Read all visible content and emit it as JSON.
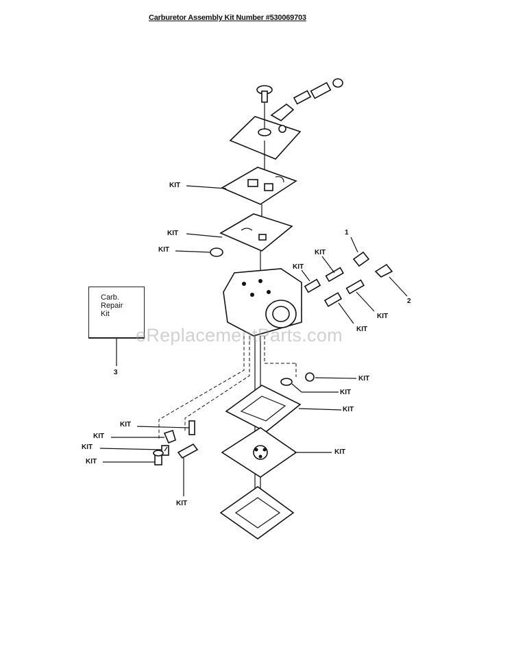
{
  "title": "Carburetor Assembly Kit Number #530069703",
  "watermark": "eReplacementParts.com",
  "kit_box": {
    "line1": "Carb.",
    "line2": "Repair",
    "line3": "Kit"
  },
  "callouts": [
    {
      "id": "kit-1",
      "text": "KIT"
    },
    {
      "id": "kit-2",
      "text": "KIT"
    },
    {
      "id": "kit-3",
      "text": "KIT"
    },
    {
      "id": "num-1",
      "text": "1"
    },
    {
      "id": "kit-4",
      "text": "KIT"
    },
    {
      "id": "kit-5",
      "text": "KIT"
    },
    {
      "id": "num-2",
      "text": "2"
    },
    {
      "id": "kit-6",
      "text": "KIT"
    },
    {
      "id": "kit-7",
      "text": "KIT"
    },
    {
      "id": "num-3",
      "text": "3"
    },
    {
      "id": "kit-8",
      "text": "KIT"
    },
    {
      "id": "kit-9",
      "text": "KIT"
    },
    {
      "id": "kit-10",
      "text": "KIT"
    },
    {
      "id": "kit-11",
      "text": "KIT"
    },
    {
      "id": "kit-12",
      "text": "KIT"
    },
    {
      "id": "kit-13",
      "text": "KIT"
    },
    {
      "id": "kit-14",
      "text": "KIT"
    },
    {
      "id": "kit-15",
      "text": "KIT"
    },
    {
      "id": "kit-16",
      "text": "KIT"
    }
  ]
}
